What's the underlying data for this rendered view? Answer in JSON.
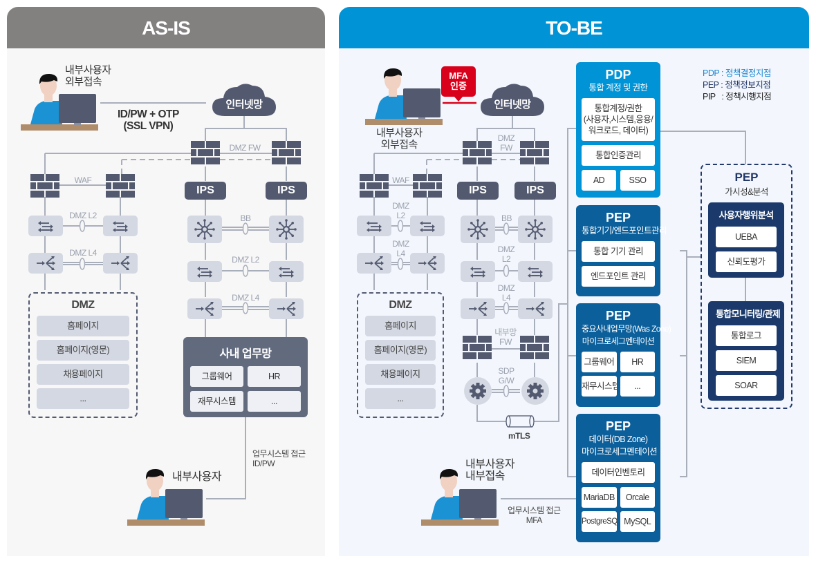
{
  "asis": {
    "title": "AS-IS",
    "remote_user": {
      "label_line1": "내부사용자",
      "label_line2": "외부접속",
      "icon": "person-at-computer-icon"
    },
    "vpn_label_line1": "ID/PW + OTP",
    "vpn_label_line2": "(SSL VPN)",
    "internet": "인터넷망",
    "dmz_fw": "DMZ FW",
    "waf": "WAF",
    "ips_left": "IPS",
    "ips_right": "IPS",
    "dmz_l2_left": "DMZ L2",
    "dmz_l4_left": "DMZ L4",
    "bb": "BB",
    "dmz_l2_right": "DMZ L2",
    "dmz_l4_right": "DMZ L4",
    "dmz_box": {
      "title": "DMZ",
      "items": [
        "홈페이지",
        "홈페이지(영문)",
        "채용페이지",
        "..."
      ]
    },
    "biz_net": {
      "title": "사내 업무망",
      "items": [
        "그룹웨어",
        "HR",
        "재무시스템",
        "..."
      ]
    },
    "internal_access_line1": "업무시스템 접근",
    "internal_access_line2": "ID/PW",
    "internal_user": "내부사용자"
  },
  "tobe": {
    "title": "TO-BE",
    "mfa_line1": "MFA",
    "mfa_line2": "인증",
    "remote_user": {
      "label_line1": "내부사용자",
      "label_line2": "외부접속"
    },
    "internet": "인터넷망",
    "dmz_fw_line1": "DMZ",
    "dmz_fw_line2": "FW",
    "waf": "WAF",
    "dmz_l2_left_line1": "DMZ",
    "dmz_l2_left_line2": "L2",
    "dmz_l4_left_line1": "DMZ",
    "dmz_l4_left_line2": "L4",
    "ips_left": "IPS",
    "ips_right": "IPS",
    "bb": "BB",
    "dmz_l2_right_line1": "DMZ",
    "dmz_l2_right_line2": "L2",
    "dmz_l4_right_line1": "DMZ",
    "dmz_l4_right_line2": "L4",
    "internal_fw_line1": "내부망",
    "internal_fw_line2": "FW",
    "sdp_line1": "SDP",
    "sdp_line2": "G/W",
    "mtls": "mTLS",
    "dmz_box": {
      "title": "DMZ",
      "items": [
        "홈페이지",
        "홈페이지(영문)",
        "채용페이지",
        "..."
      ]
    },
    "internal_user": {
      "label_line1": "내부사용자",
      "label_line2": "내부접속"
    },
    "internal_access_line1": "업무시스템 접근",
    "internal_access_line2": "MFA",
    "pdp": {
      "title": "PDP",
      "subtitle": "통합 계정 및 권한",
      "account_line1": "통합계정/권한",
      "account_line2": "(사용자,시스템,응용/",
      "account_line3": "워크로드, 데이터)",
      "auth": "통합인증관리",
      "ad": "AD",
      "sso": "SSO"
    },
    "pep_device": {
      "title": "PEP",
      "subtitle": "통합기기/엔드포인트관리",
      "items": [
        "통합 기기 관리",
        "엔드포인트 관리"
      ]
    },
    "pep_was": {
      "title": "PEP",
      "subtitle_line1": "중요사내업무망(Was Zone)",
      "subtitle_line2": "마이크로세그멘테이션",
      "items": [
        "그룹웨어",
        "HR",
        "재무시스템",
        "..."
      ]
    },
    "pep_db": {
      "title": "PEP",
      "subtitle_line1": "데이터(DB Zone)",
      "subtitle_line2": "마이크로세그멘테이션",
      "inventory": "데이터인벤토리",
      "items": [
        "MariaDB",
        "Orcale",
        "PostgreSQL",
        "MySQL"
      ]
    },
    "legend": [
      "PDP : 정책결정지점",
      "PEP : 정책정보지점",
      "PIP   : 정책시행지점"
    ],
    "pep_visibility": {
      "title": "PEP",
      "subtitle": "가시성&분석",
      "behavior": {
        "title": "사용자행위분석",
        "items": [
          "UEBA",
          "신뢰도평가"
        ]
      },
      "monitoring": {
        "title": "통합모니터링/관제",
        "items": [
          "통합로그",
          "SIEM",
          "SOAR"
        ]
      }
    }
  },
  "colors": {
    "asis_header": "#838080",
    "tobe_header": "#0093d6",
    "device_dark": "#535a70",
    "device_light": "#d4d8e2",
    "mfa_red": "#d9001b",
    "pdp_blue": "#0093d6",
    "pep_blue": "#0b5f9b",
    "pep_navy": "#1b3a6b"
  }
}
